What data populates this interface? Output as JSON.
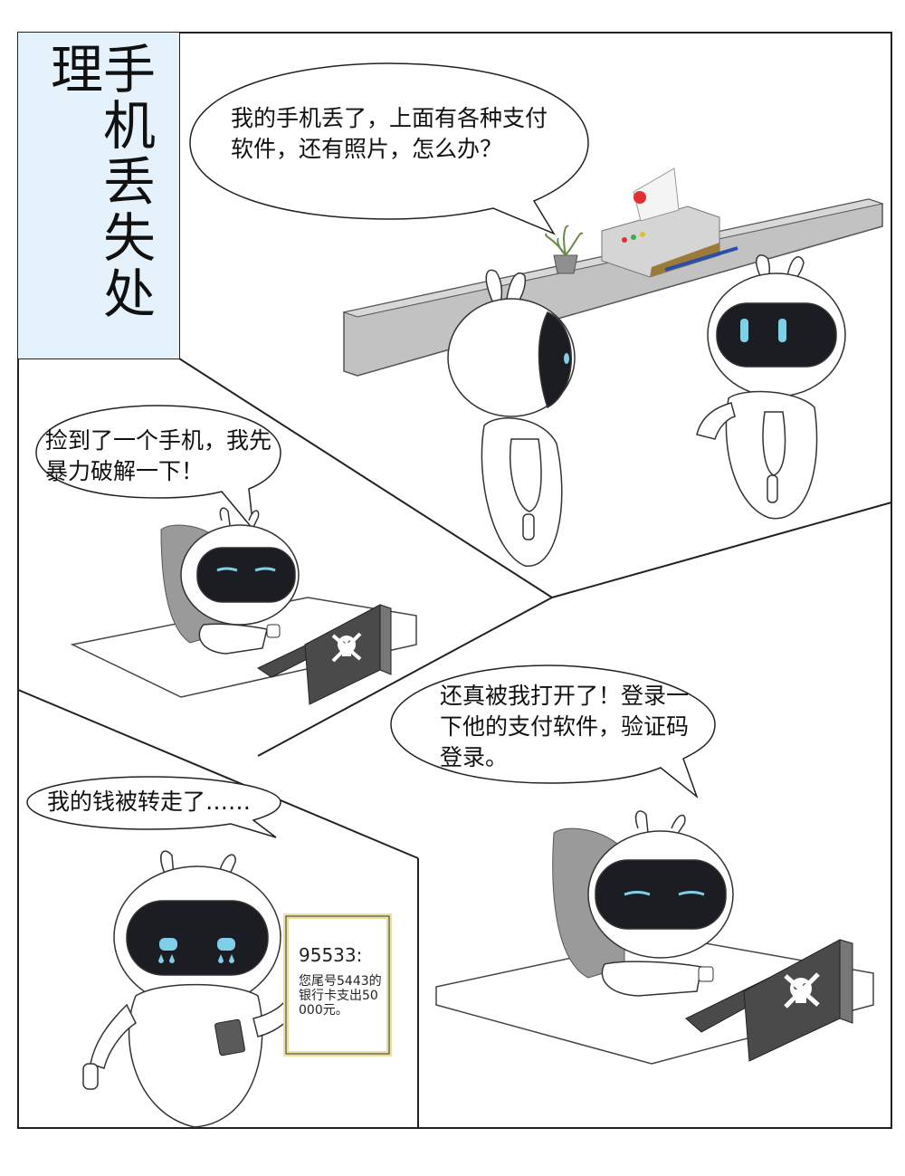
{
  "title": "手机丢失处理",
  "panel1": {
    "speech": "我的手机丢了，上面有各种支付软件，还有照片，怎么办？"
  },
  "panel2": {
    "speech": "捡到了一个手机，我先暴力破解一下！"
  },
  "panel3": {
    "speech": "还真被我打开了！登录一下他的支付软件，验证码登录。"
  },
  "panel4": {
    "speech": "我的钱被转走了……",
    "sms_sender": "95533:",
    "sms_body": "您尾号5443的银行卡支出50000元。"
  },
  "colors": {
    "title_bg": "#e6f2fb",
    "visor": "#1c1d22",
    "eyes": "#7fd0e6",
    "counter": "#bdbdbd",
    "monitor": "#4a4a4a",
    "sms_frame": "#f5f0c0"
  },
  "icons": [
    "robot",
    "skull-icon",
    "potted-plant",
    "printer",
    "phone"
  ]
}
